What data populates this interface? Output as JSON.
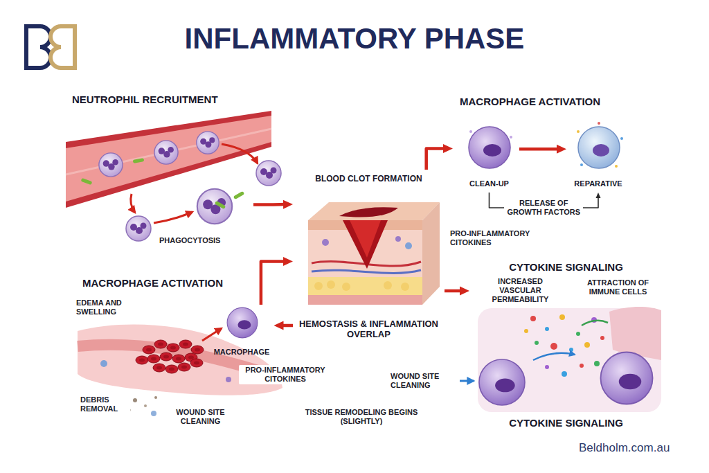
{
  "diagram": {
    "title": "INFLAMMATORY PHASE",
    "nodes": [
      {
        "text": [
          "NEUTROPHIL RECRUITMENT"
        ]
      },
      {
        "text": [
          "BLOOD CLOT FORMATION",
          "HEMOSTASIS & INFLAMMATION OVERLAP"
        ]
      },
      {
        "text": [
          "MACROPHAGE ACTIVATION"
        ]
      },
      {
        "text": [
          "CLEAN-UP"
        ],
        "in": 2
      },
      {
        "text": [
          "REPARATIVE"
        ],
        "in": 2
      },
      {
        "text": [
          "MACROPHAGE ACTIVATION"
        ]
      },
      {
        "text": [
          "MACROPHAGE"
        ],
        "in": 5
      },
      {
        "text": [
          "CYTOKINE SIGNALING",
          "CYTOKINE SIGNALING"
        ]
      }
    ],
    "edges": [
      {
        "from": 0,
        "to": 1,
        "arrow": "to"
      },
      {
        "from": 1,
        "to": 2,
        "arrow": "to"
      },
      {
        "from": 3,
        "to": 4,
        "arrow": "to"
      },
      {
        "from": 3,
        "to": 4,
        "label": "RELEASE OF GROWTH FACTORS",
        "arrow": "to"
      },
      {
        "from": 6,
        "to": 1,
        "arrow": "to"
      },
      {
        "from": 1,
        "to": 6,
        "arrow": "to"
      },
      {
        "from": 1,
        "to": 7,
        "arrow": "to"
      }
    ],
    "labels": [
      "PHAGOCYTOSIS",
      "PRO-INFLAMMATORY CITOKINES",
      "EDEMA AND SWELLING",
      "INCREASED VASCULAR PERMEABILITY",
      "ATTRACTION OF IMMUNE CELLS",
      "PRO-INFLAMMATORY CITOKINES",
      "DEBRIS REMOVAL",
      "WOUND SITE CLEANING",
      "TISSUE REMODELING BEGINS (SLIGHTLY)",
      "WOUND SITE CLEANING",
      "Beldholm.com.au"
    ]
  }
}
